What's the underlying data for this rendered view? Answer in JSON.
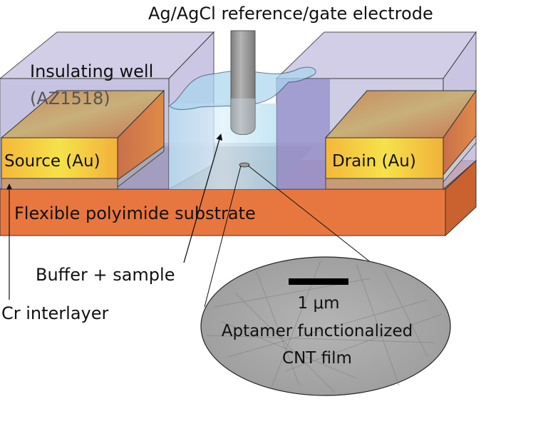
{
  "diagram": {
    "title_label": "Ag/AgCl reference/gate electrode",
    "labels": {
      "insulating_well": "Insulating well",
      "insulating_well_material": "(AZ1518)",
      "source": "Source (Au)",
      "drain": "Drain (Au)",
      "substrate": "Flexible polyimide substrate",
      "buffer": "Buffer + sample",
      "cr_interlayer": "Cr interlayer",
      "scale_bar": "1 μm",
      "inset_line1": "Aptamer functionalized",
      "inset_line2": "CNT film"
    },
    "colors": {
      "substrate": "#e8773f",
      "substrate_side": "#c9622e",
      "gold_front": "#f5c93a",
      "gold_top": "#c8a070",
      "well": "#b8b4dc",
      "liquid": "#bfe3f5",
      "electrode": "#9a9a9a",
      "cnt_film": "#8a8a8a",
      "inset": "#a9a9a9"
    }
  }
}
